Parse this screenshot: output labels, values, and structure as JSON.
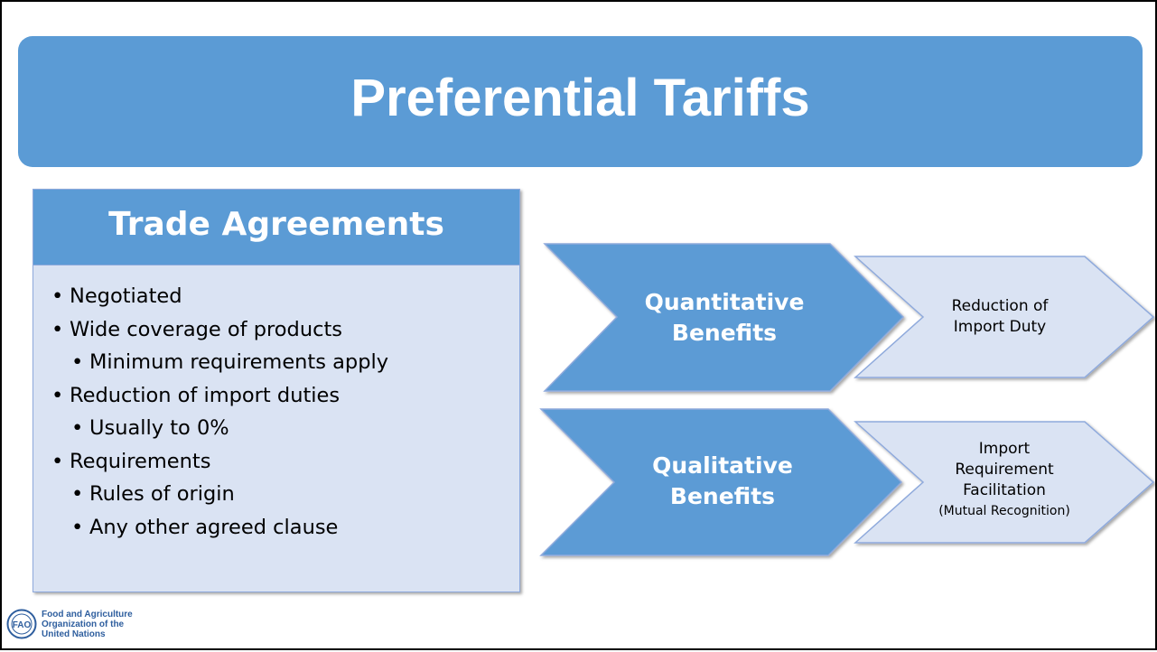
{
  "slide": {
    "title": "Preferential Tariffs"
  },
  "trade_agreements": {
    "title": "Trade Agreements",
    "items": [
      {
        "level": 1,
        "text": "Negotiated"
      },
      {
        "level": 1,
        "text": "Wide coverage of products"
      },
      {
        "level": 2,
        "text": "Minimum requirements apply"
      },
      {
        "level": 1,
        "text": "Reduction of import duties"
      },
      {
        "level": 2,
        "text": "Usually to 0%"
      },
      {
        "level": 1,
        "text": "Requirements"
      },
      {
        "level": 2,
        "text": "Rules of origin"
      },
      {
        "level": 2,
        "text": "Any other agreed clause"
      }
    ]
  },
  "benefits": [
    {
      "label_line1": "Quantitative",
      "label_line2": "Benefits",
      "result_line1": "Reduction of",
      "result_line2": "Import Duty"
    },
    {
      "label_line1": "Qualitative",
      "label_line2": "Benefits",
      "result_line1": "Import",
      "result_line2": "Requirement",
      "result_line3": "Facilitation",
      "result_note": "(Mutual Recognition)"
    }
  ],
  "logo": {
    "line1": "Food and Agriculture",
    "line2": "Organization of the",
    "line3": "United Nations",
    "emblem_letters": "FAO"
  },
  "colors": {
    "accent": "#5b9bd5",
    "panel": "#dae3f3",
    "border": "#8faadc"
  }
}
